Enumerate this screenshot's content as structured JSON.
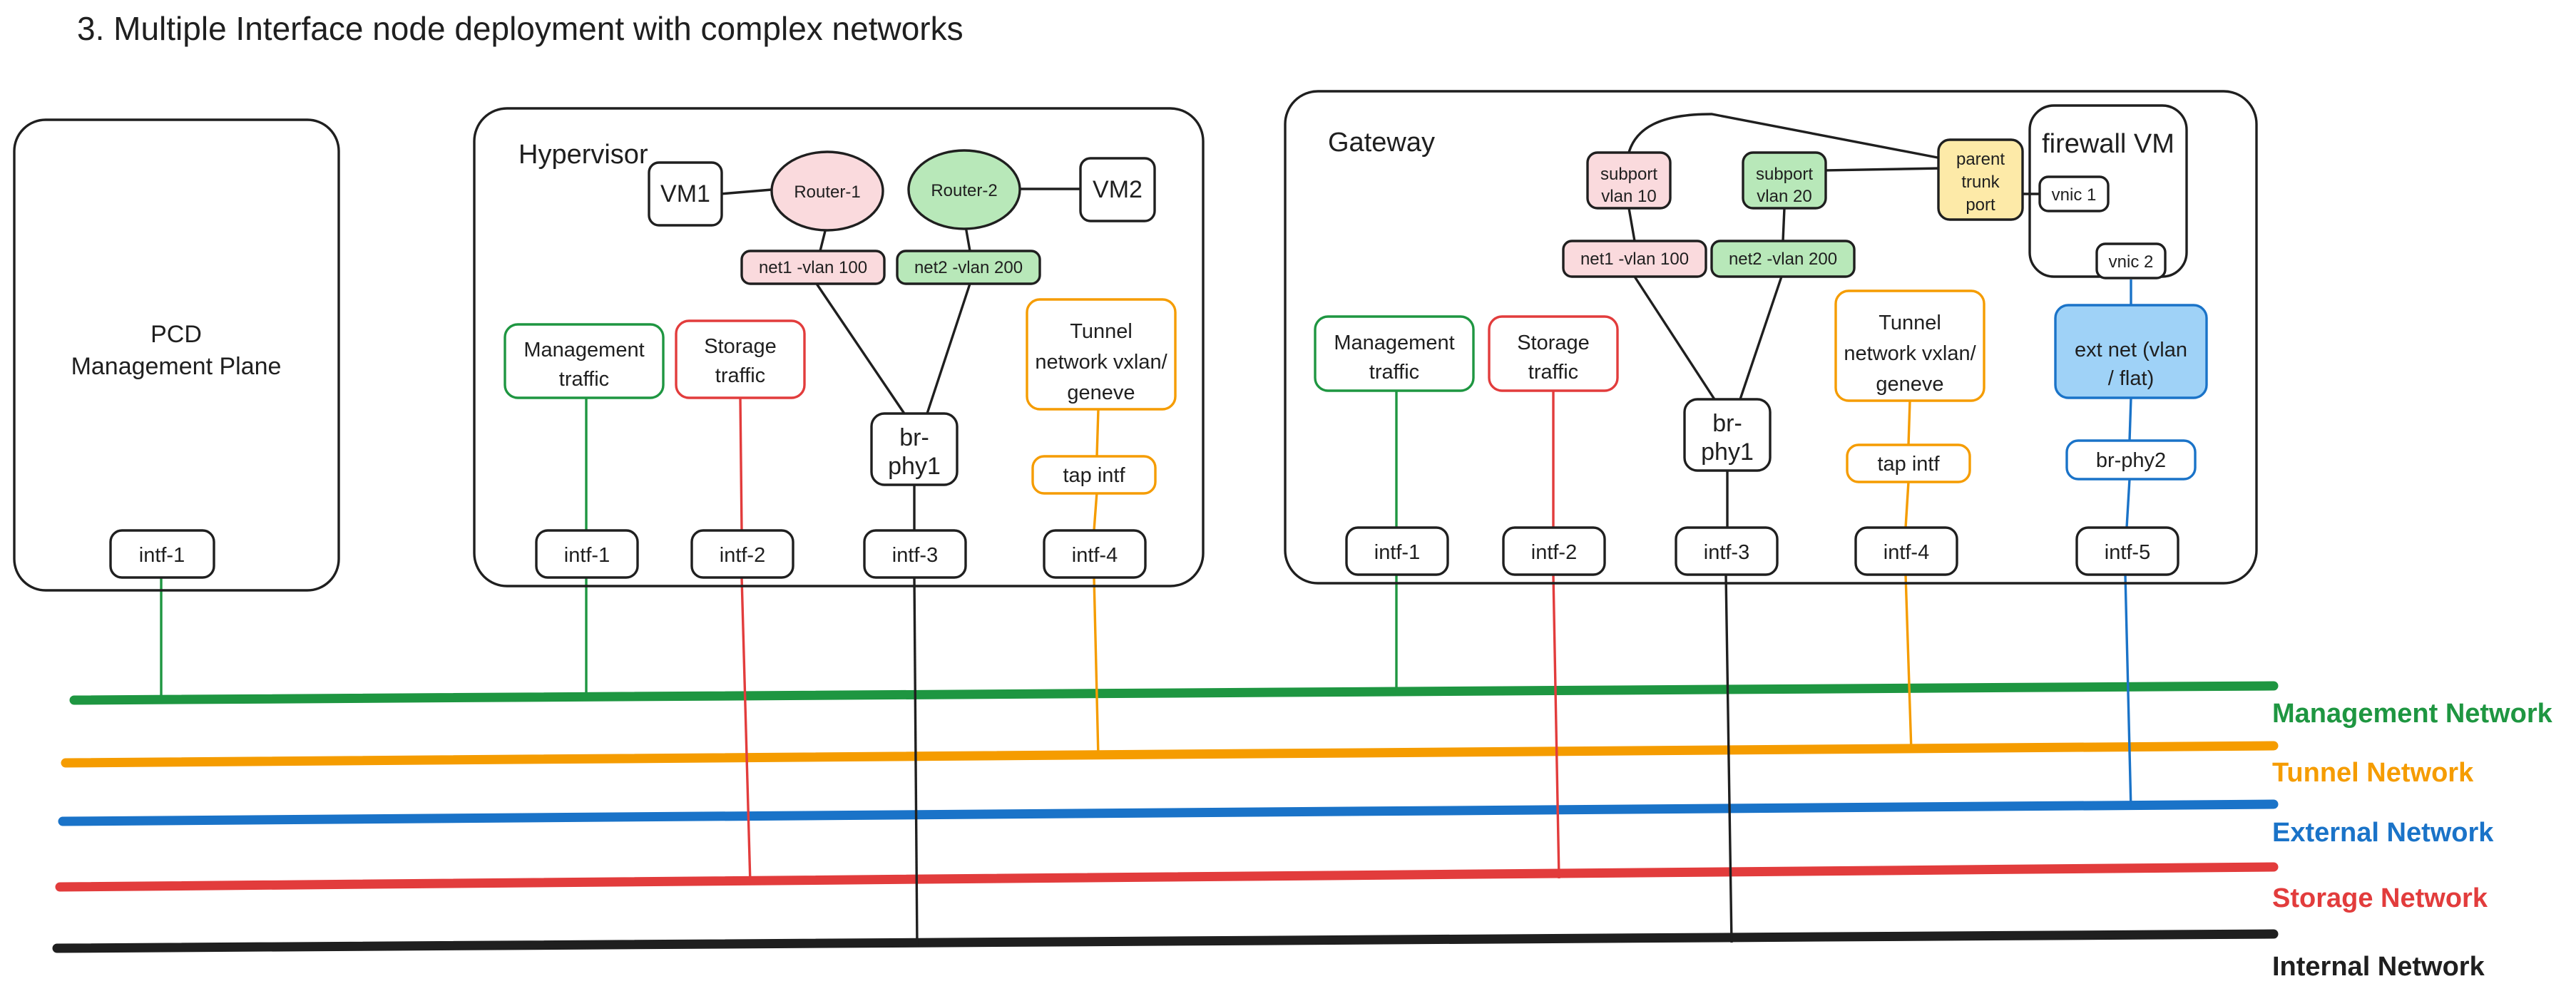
{
  "page": {
    "title": "3. Multiple Interface node deployment with complex networks",
    "background": "#ffffff"
  },
  "colors": {
    "management": "#1e9641",
    "tunnel": "#f59c00",
    "external": "#1a73c8",
    "storage": "#e23c3c",
    "internal": "#1f1f1f",
    "pink_fill": "#fadadd",
    "green_fill": "#b8e8b9",
    "yellow_fill": "#fdeaa8",
    "blue_fill": "#9fd2f7",
    "stroke": "#1f1f1f"
  },
  "groups": {
    "pcd": {
      "label_line1": "PCD",
      "label_line2": "Management Plane",
      "interfaces": [
        {
          "label": "intf-1",
          "net": "management"
        }
      ]
    },
    "hypervisor": {
      "label": "Hypervisor",
      "vms": [
        {
          "label": "VM1"
        },
        {
          "label": "VM2"
        }
      ],
      "routers": [
        {
          "label": "Router-1",
          "fill": "pink"
        },
        {
          "label": "Router-2",
          "fill": "green"
        }
      ],
      "nets": [
        {
          "label": "net1 -vlan 100",
          "fill": "pink"
        },
        {
          "label": "net2 -vlan 200",
          "fill": "green"
        }
      ],
      "traffic_boxes": [
        {
          "label_line1": "Management",
          "label_line2": "traffic",
          "color": "management"
        },
        {
          "label_line1": "Storage",
          "label_line2": "traffic",
          "color": "storage"
        },
        {
          "label_line1": "Tunnel",
          "label_line2": "network vxlan/",
          "label_line3": "geneve",
          "color": "tunnel"
        }
      ],
      "bridges": [
        {
          "label_line1": "br-",
          "label_line2": "phy1",
          "color": "internal"
        },
        {
          "label": "tap intf",
          "color": "tunnel"
        }
      ],
      "interfaces": [
        {
          "label": "intf-1",
          "net": "management"
        },
        {
          "label": "intf-2",
          "net": "storage"
        },
        {
          "label": "intf-3",
          "net": "internal"
        },
        {
          "label": "intf-4",
          "net": "tunnel"
        }
      ]
    },
    "gateway": {
      "label": "Gateway",
      "subports": [
        {
          "label_line1": "subport",
          "label_line2": "vlan 10",
          "fill": "pink"
        },
        {
          "label_line1": "subport",
          "label_line2": "vlan 20",
          "fill": "green"
        }
      ],
      "nets": [
        {
          "label": "net1 -vlan 100",
          "fill": "pink"
        },
        {
          "label": "net2 -vlan 200",
          "fill": "green"
        }
      ],
      "trunk": {
        "label_line1": "parent",
        "label_line2": "trunk",
        "label_line3": "port",
        "fill": "yellow"
      },
      "firewall_vm": {
        "label": "firewall VM",
        "vnics": [
          {
            "label": "vnic 1"
          },
          {
            "label": "vnic 2"
          }
        ]
      },
      "traffic_boxes": [
        {
          "label_line1": "Management",
          "label_line2": "traffic",
          "color": "management"
        },
        {
          "label_line1": "Storage",
          "label_line2": "traffic",
          "color": "storage"
        },
        {
          "label_line1": "Tunnel",
          "label_line2": "network vxlan/",
          "label_line3": "geneve",
          "color": "tunnel"
        },
        {
          "label_line1": "ext net (vlan",
          "label_line2": "/ flat)",
          "color": "external"
        }
      ],
      "bridges": [
        {
          "label_line1": "br-",
          "label_line2": "phy1",
          "color": "internal"
        },
        {
          "label": "tap intf",
          "color": "tunnel"
        },
        {
          "label": "br-phy2",
          "color": "external"
        }
      ],
      "interfaces": [
        {
          "label": "intf-1",
          "net": "management"
        },
        {
          "label": "intf-2",
          "net": "storage"
        },
        {
          "label": "intf-3",
          "net": "internal"
        },
        {
          "label": "intf-4",
          "net": "tunnel"
        },
        {
          "label": "intf-5",
          "net": "external"
        }
      ]
    }
  },
  "networks": [
    {
      "id": "management",
      "label": "Management Network",
      "color": "#1e9641"
    },
    {
      "id": "tunnel",
      "label": "Tunnel Network",
      "color": "#f59c00"
    },
    {
      "id": "external",
      "label": "External Network",
      "color": "#1a73c8"
    },
    {
      "id": "storage",
      "label": "Storage Network",
      "color": "#e23c3c"
    },
    {
      "id": "internal",
      "label": "Internal Network",
      "color": "#1f1f1f"
    }
  ]
}
